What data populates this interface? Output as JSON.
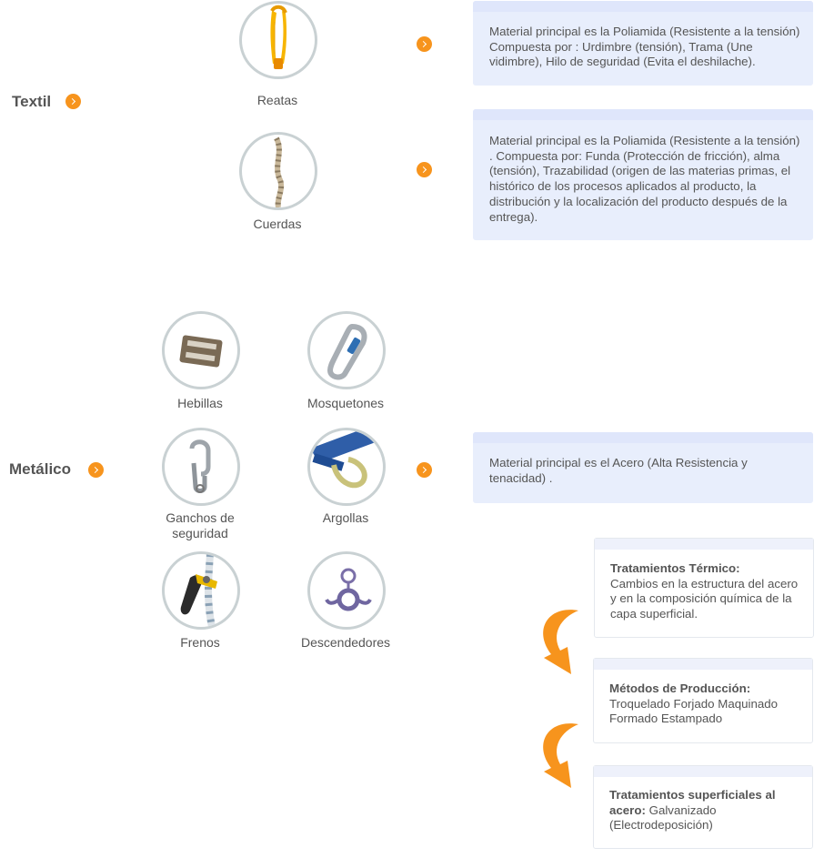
{
  "textil": {
    "label": "Textil",
    "items": [
      {
        "name": "Reatas",
        "icon": "webbing-sling-icon"
      },
      {
        "name": "Cuerdas",
        "icon": "rope-icon"
      }
    ],
    "descriptions": [
      "Material principal es  la Poliamida (Resistente a la tensión) Compuesta por : Urdimbre (tensión), Trama (Une vidimbre), Hilo de seguridad (Evita el deshilache).",
      "Material principal es la Poliamida (Resistente a la tensión) . Compuesta por: Funda (Protección de fricción), alma (tensión), Trazabilidad (origen de las materias primas, el histórico de los procesos aplicados al producto, la distribución y la localización del producto después de la entrega)."
    ]
  },
  "metalico": {
    "label": "Metálico",
    "items": [
      {
        "name": "Hebillas",
        "icon": "buckle-icon"
      },
      {
        "name": "Mosquetones",
        "icon": "carabiner-icon"
      },
      {
        "name": "Ganchos de seguridad",
        "icon": "safety-hook-icon"
      },
      {
        "name": "Argollas",
        "icon": "d-ring-icon"
      },
      {
        "name": "Frenos",
        "icon": "rope-brake-icon"
      },
      {
        "name": "Descendedores",
        "icon": "descender-icon"
      }
    ],
    "description": "Material principal es  el Acero (Alta Resistencia y tenacidad) ."
  },
  "procesos": [
    {
      "title": "Tratamientos Térmico:",
      "text": "Cambios en la estructura del acero y en la composición química de la capa superficial."
    },
    {
      "title": "Métodos de Producción:",
      "text": "Troquelado Forjado  Maquinado Formado Estampado"
    },
    {
      "title": "Tratamientos superficiales al acero:",
      "text": " Galvanizado (Electrodeposición)"
    }
  ],
  "colors": {
    "accent": "#f7941d",
    "box": "#e8eefc",
    "ring": "#c9d1d3",
    "text": "#555555"
  }
}
